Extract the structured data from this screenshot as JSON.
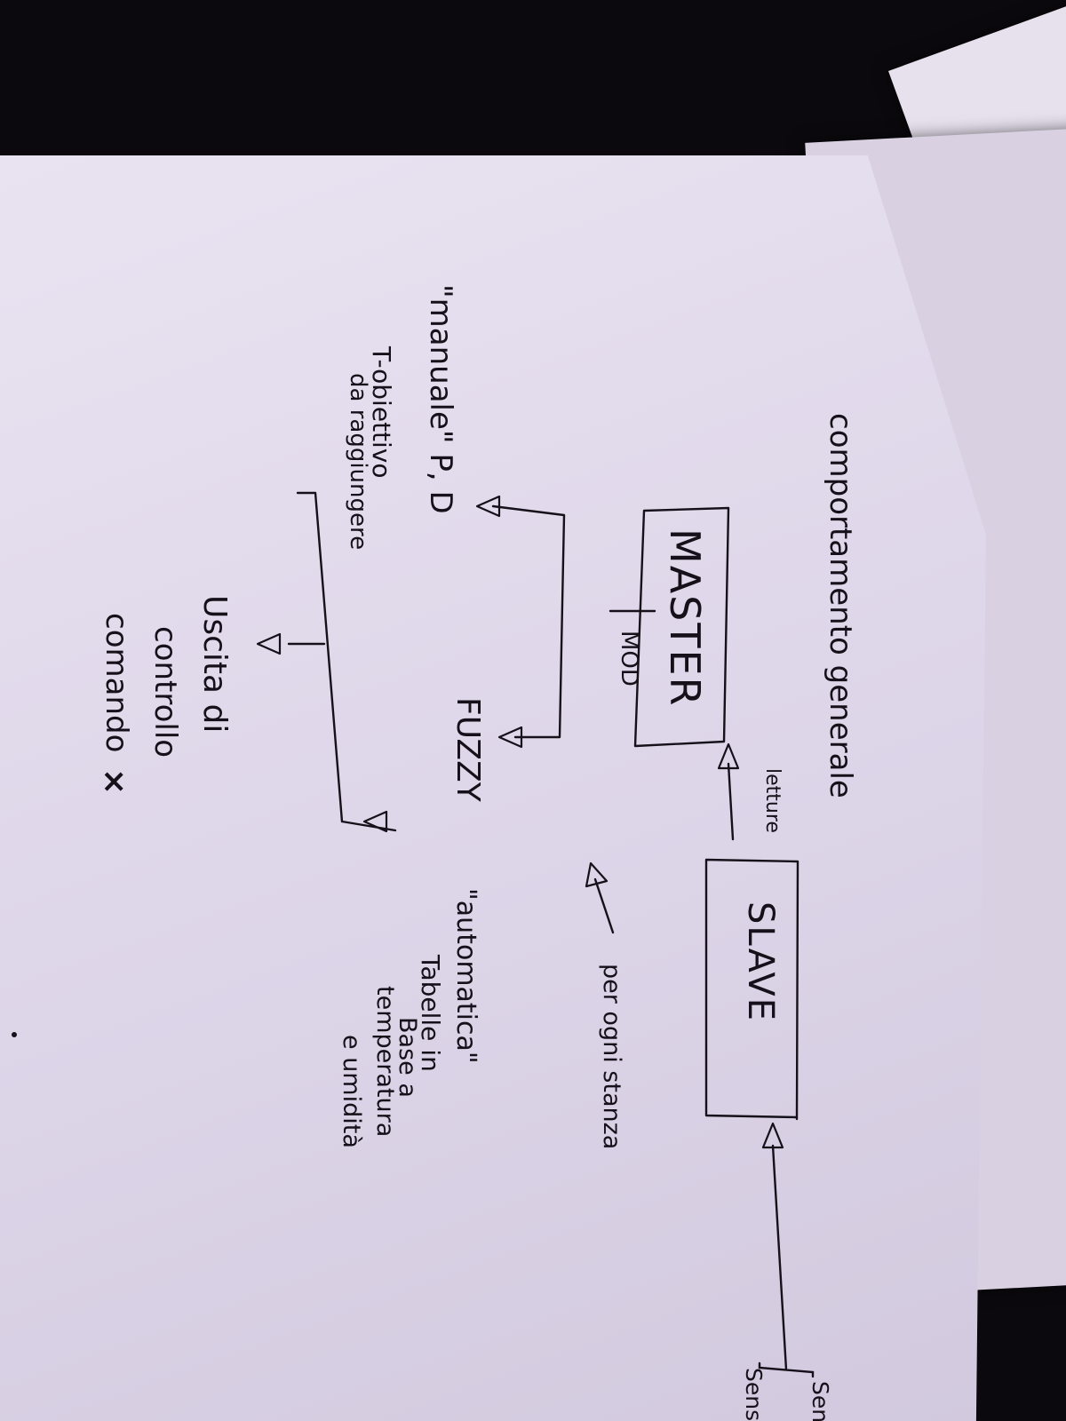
{
  "diagram": {
    "title": "comportamento generale",
    "nodes": {
      "sensori_top": "Sensori",
      "sensori_bottom": "Sensori",
      "slave": "SLAVE",
      "letture": "letture",
      "master": "MASTER",
      "mod": "MOD",
      "per_ogni_stanza": "per ogni stanza",
      "fuzzy": "FUZZY",
      "automatica": "\"automatica\"",
      "tabelle_1": "Tabelle in",
      "tabelle_2": "Base a",
      "tabelle_3": "temperatura",
      "tabelle_4": "e umidità",
      "manuale": "\"manuale\" P, D",
      "t_obiettivo_1": "T-obiettivo",
      "t_obiettivo_2": "da raggiungere",
      "uscita_1": "Uscita di",
      "uscita_2": "controllo",
      "uscita_3": "comando",
      "cross_mark": "×"
    }
  }
}
